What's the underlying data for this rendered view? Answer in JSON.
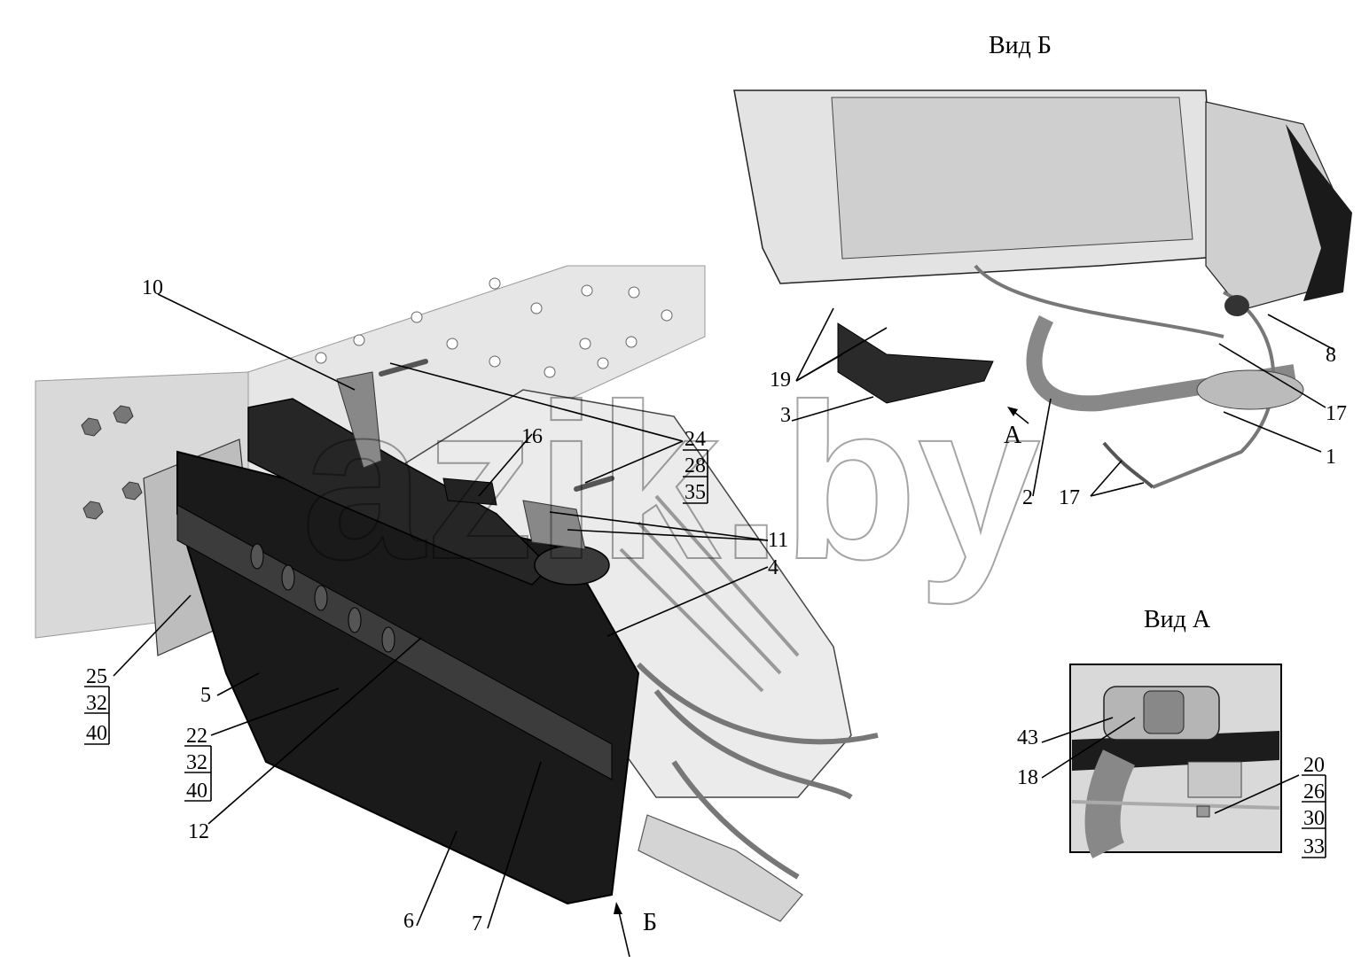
{
  "views": {
    "view_b_title": "Вид Б",
    "view_a_title": "Вид А",
    "arrow_a_letter": "А",
    "arrow_b_letter": "Б"
  },
  "watermark": "azik.by",
  "callouts": {
    "c1": "1",
    "c2": "2",
    "c3": "3",
    "c4": "4",
    "c5": "5",
    "c6": "6",
    "c7": "7",
    "c8": "8",
    "c10": "10",
    "c11": "11",
    "c12": "12",
    "c16": "16",
    "c17a": "17",
    "c17b": "17",
    "c18": "18",
    "c19": "19",
    "c43": "43"
  },
  "stacks": {
    "s24": [
      "24",
      "28",
      "35"
    ],
    "s25": [
      "25",
      "32",
      "40"
    ],
    "s22": [
      "22",
      "32",
      "40"
    ],
    "s20": [
      "20",
      "26",
      "30",
      "33"
    ]
  }
}
